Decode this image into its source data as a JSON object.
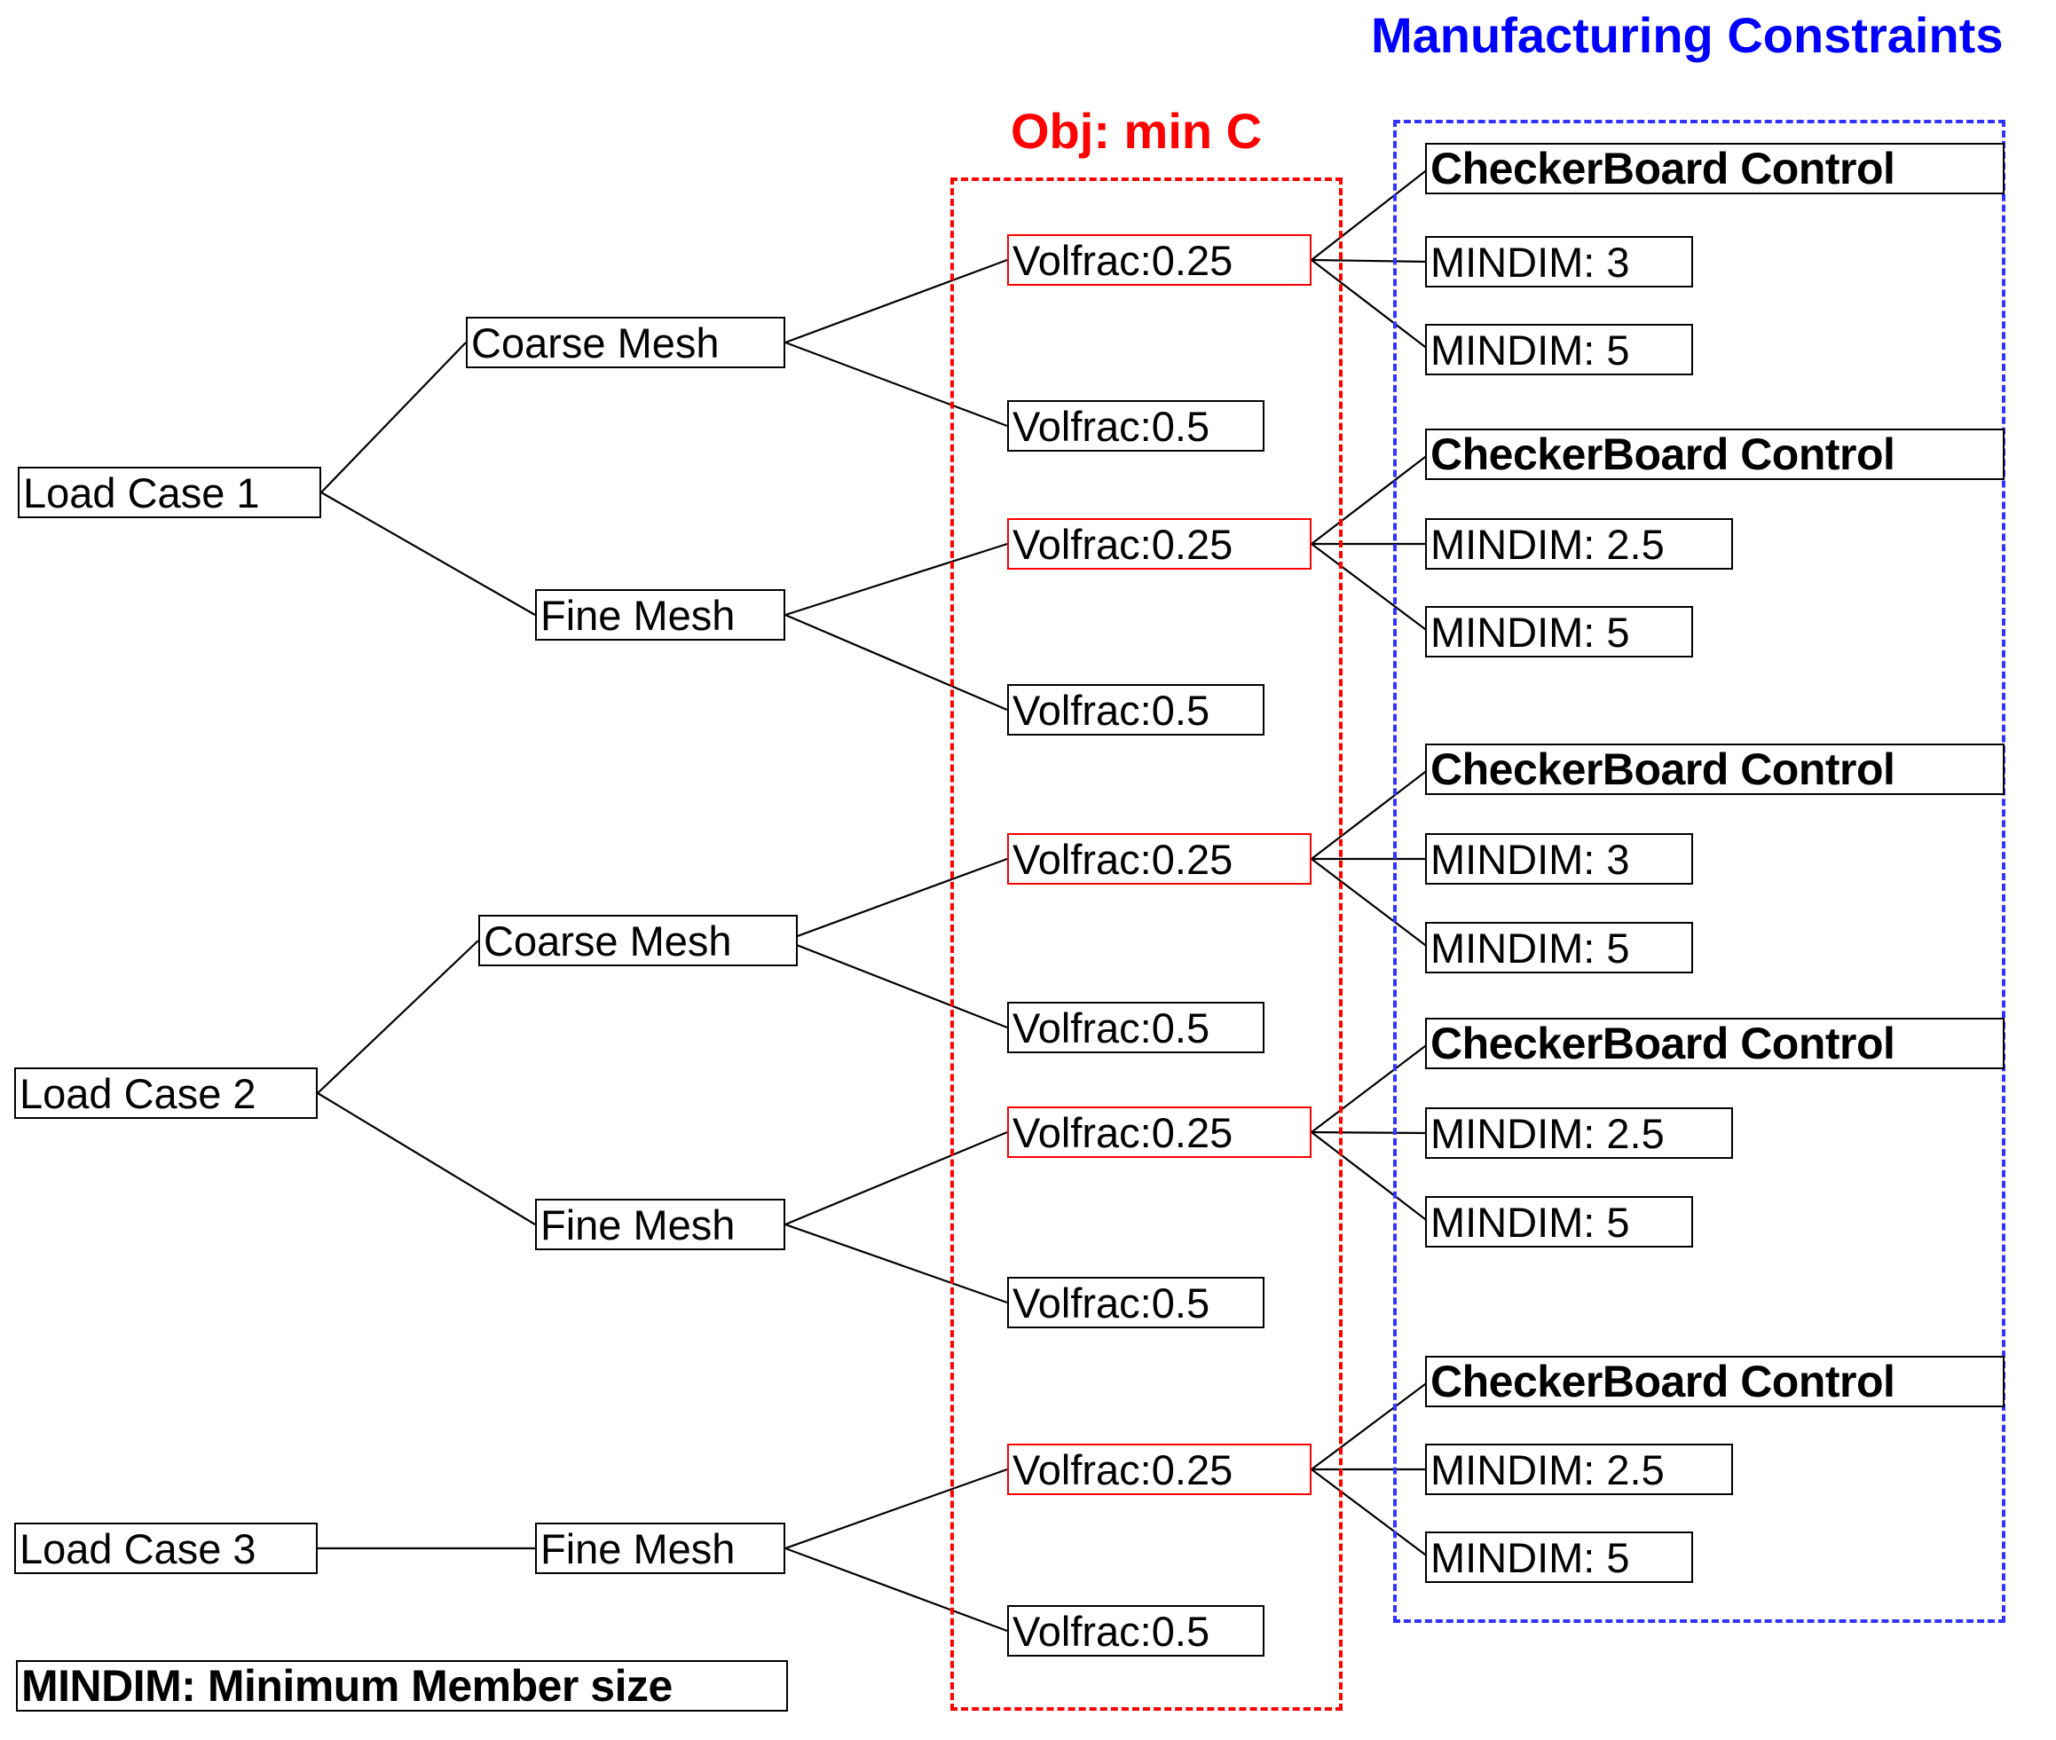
{
  "diagram": {
    "titles": {
      "objective": "Obj: min C",
      "manufacturing": "Manufacturing Constraints"
    },
    "legend": "MINDIM: Minimum Member size",
    "colors": {
      "objective_box": "#ff0000",
      "manufacturing_box": "#3333ff",
      "node_border": "#000000",
      "highlight_node_border": "#ff0000",
      "background": "#ffffff"
    },
    "load_cases": [
      {
        "label": "Load Case 1",
        "meshes": [
          {
            "label": "Coarse Mesh",
            "volfracs": [
              {
                "label": "Volfrac:0.25",
                "highlight": true,
                "constraints": [
                  "CheckerBoard Control",
                  "MINDIM: 3",
                  "MINDIM: 5"
                ]
              },
              {
                "label": "Volfrac:0.5",
                "highlight": false,
                "constraints": []
              }
            ]
          },
          {
            "label": "Fine Mesh",
            "volfracs": [
              {
                "label": "Volfrac:0.25",
                "highlight": true,
                "constraints": [
                  "CheckerBoard Control",
                  "MINDIM: 2.5",
                  "MINDIM: 5"
                ]
              },
              {
                "label": "Volfrac:0.5",
                "highlight": false,
                "constraints": []
              }
            ]
          }
        ]
      },
      {
        "label": "Load Case 2",
        "meshes": [
          {
            "label": "Coarse Mesh",
            "volfracs": [
              {
                "label": "Volfrac:0.25",
                "highlight": true,
                "constraints": [
                  "CheckerBoard Control",
                  "MINDIM: 3",
                  "MINDIM: 5"
                ]
              },
              {
                "label": "Volfrac:0.5",
                "highlight": false,
                "constraints": []
              }
            ]
          },
          {
            "label": "Fine Mesh",
            "volfracs": [
              {
                "label": "Volfrac:0.25",
                "highlight": true,
                "constraints": [
                  "CheckerBoard Control",
                  "MINDIM: 2.5",
                  "MINDIM: 5"
                ]
              },
              {
                "label": "Volfrac:0.5",
                "highlight": false,
                "constraints": []
              }
            ]
          }
        ]
      },
      {
        "label": "Load Case 3",
        "meshes": [
          {
            "label": "Fine Mesh",
            "volfracs": [
              {
                "label": "Volfrac:0.25",
                "highlight": true,
                "constraints": [
                  "CheckerBoard Control",
                  "MINDIM: 2.5",
                  "MINDIM: 5"
                ]
              },
              {
                "label": "Volfrac:0.5",
                "highlight": false,
                "constraints": []
              }
            ]
          }
        ]
      }
    ],
    "nodes": {
      "load_case_1": "Load Case 1",
      "load_case_2": "Load Case 2",
      "load_case_3": "Load Case 3",
      "lc1_coarse": "Coarse Mesh",
      "lc1_fine": "Fine Mesh",
      "lc2_coarse": "Coarse Mesh",
      "lc2_fine": "Fine Mesh",
      "lc3_fine": "Fine Mesh",
      "vf_a": "Volfrac:0.25",
      "vf_b": "Volfrac:0.5",
      "vf_c": "Volfrac:0.25",
      "vf_d": "Volfrac:0.5",
      "vf_e": "Volfrac:0.25",
      "vf_f": "Volfrac:0.5",
      "vf_g": "Volfrac:0.25",
      "vf_h": "Volfrac:0.5",
      "vf_i": "Volfrac:0.25",
      "vf_j": "Volfrac:0.5",
      "cb_1": "CheckerBoard Control",
      "md_1a": "MINDIM: 3",
      "md_1b": "MINDIM: 5",
      "cb_2": "CheckerBoard Control",
      "md_2a": "MINDIM: 2.5",
      "md_2b": "MINDIM: 5",
      "cb_3": "CheckerBoard Control",
      "md_3a": "MINDIM: 3",
      "md_3b": "MINDIM: 5",
      "cb_4": "CheckerBoard Control",
      "md_4a": "MINDIM: 2.5",
      "md_4b": "MINDIM: 5",
      "cb_5": "CheckerBoard Control",
      "md_5a": "MINDIM: 2.5",
      "md_5b": "MINDIM: 5"
    }
  }
}
